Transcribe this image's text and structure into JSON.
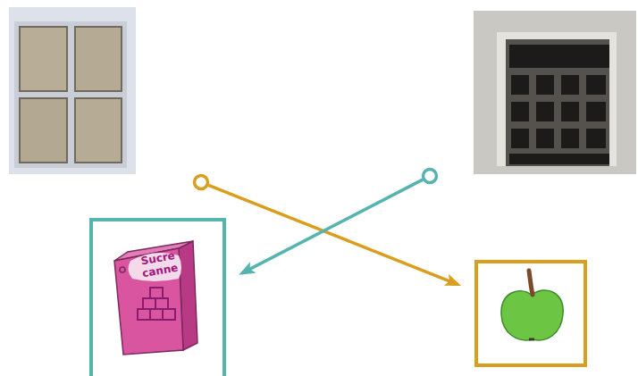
{
  "diagram": {
    "nodes": [
      {},
      {},
      {
        "text": [
          "Sucre canne"
        ]
      },
      {}
    ],
    "edges": [
      {
        "from": 0,
        "to": 3,
        "arrow": "to"
      },
      {
        "from": 1,
        "to": 2,
        "arrow": "to"
      }
    ]
  }
}
